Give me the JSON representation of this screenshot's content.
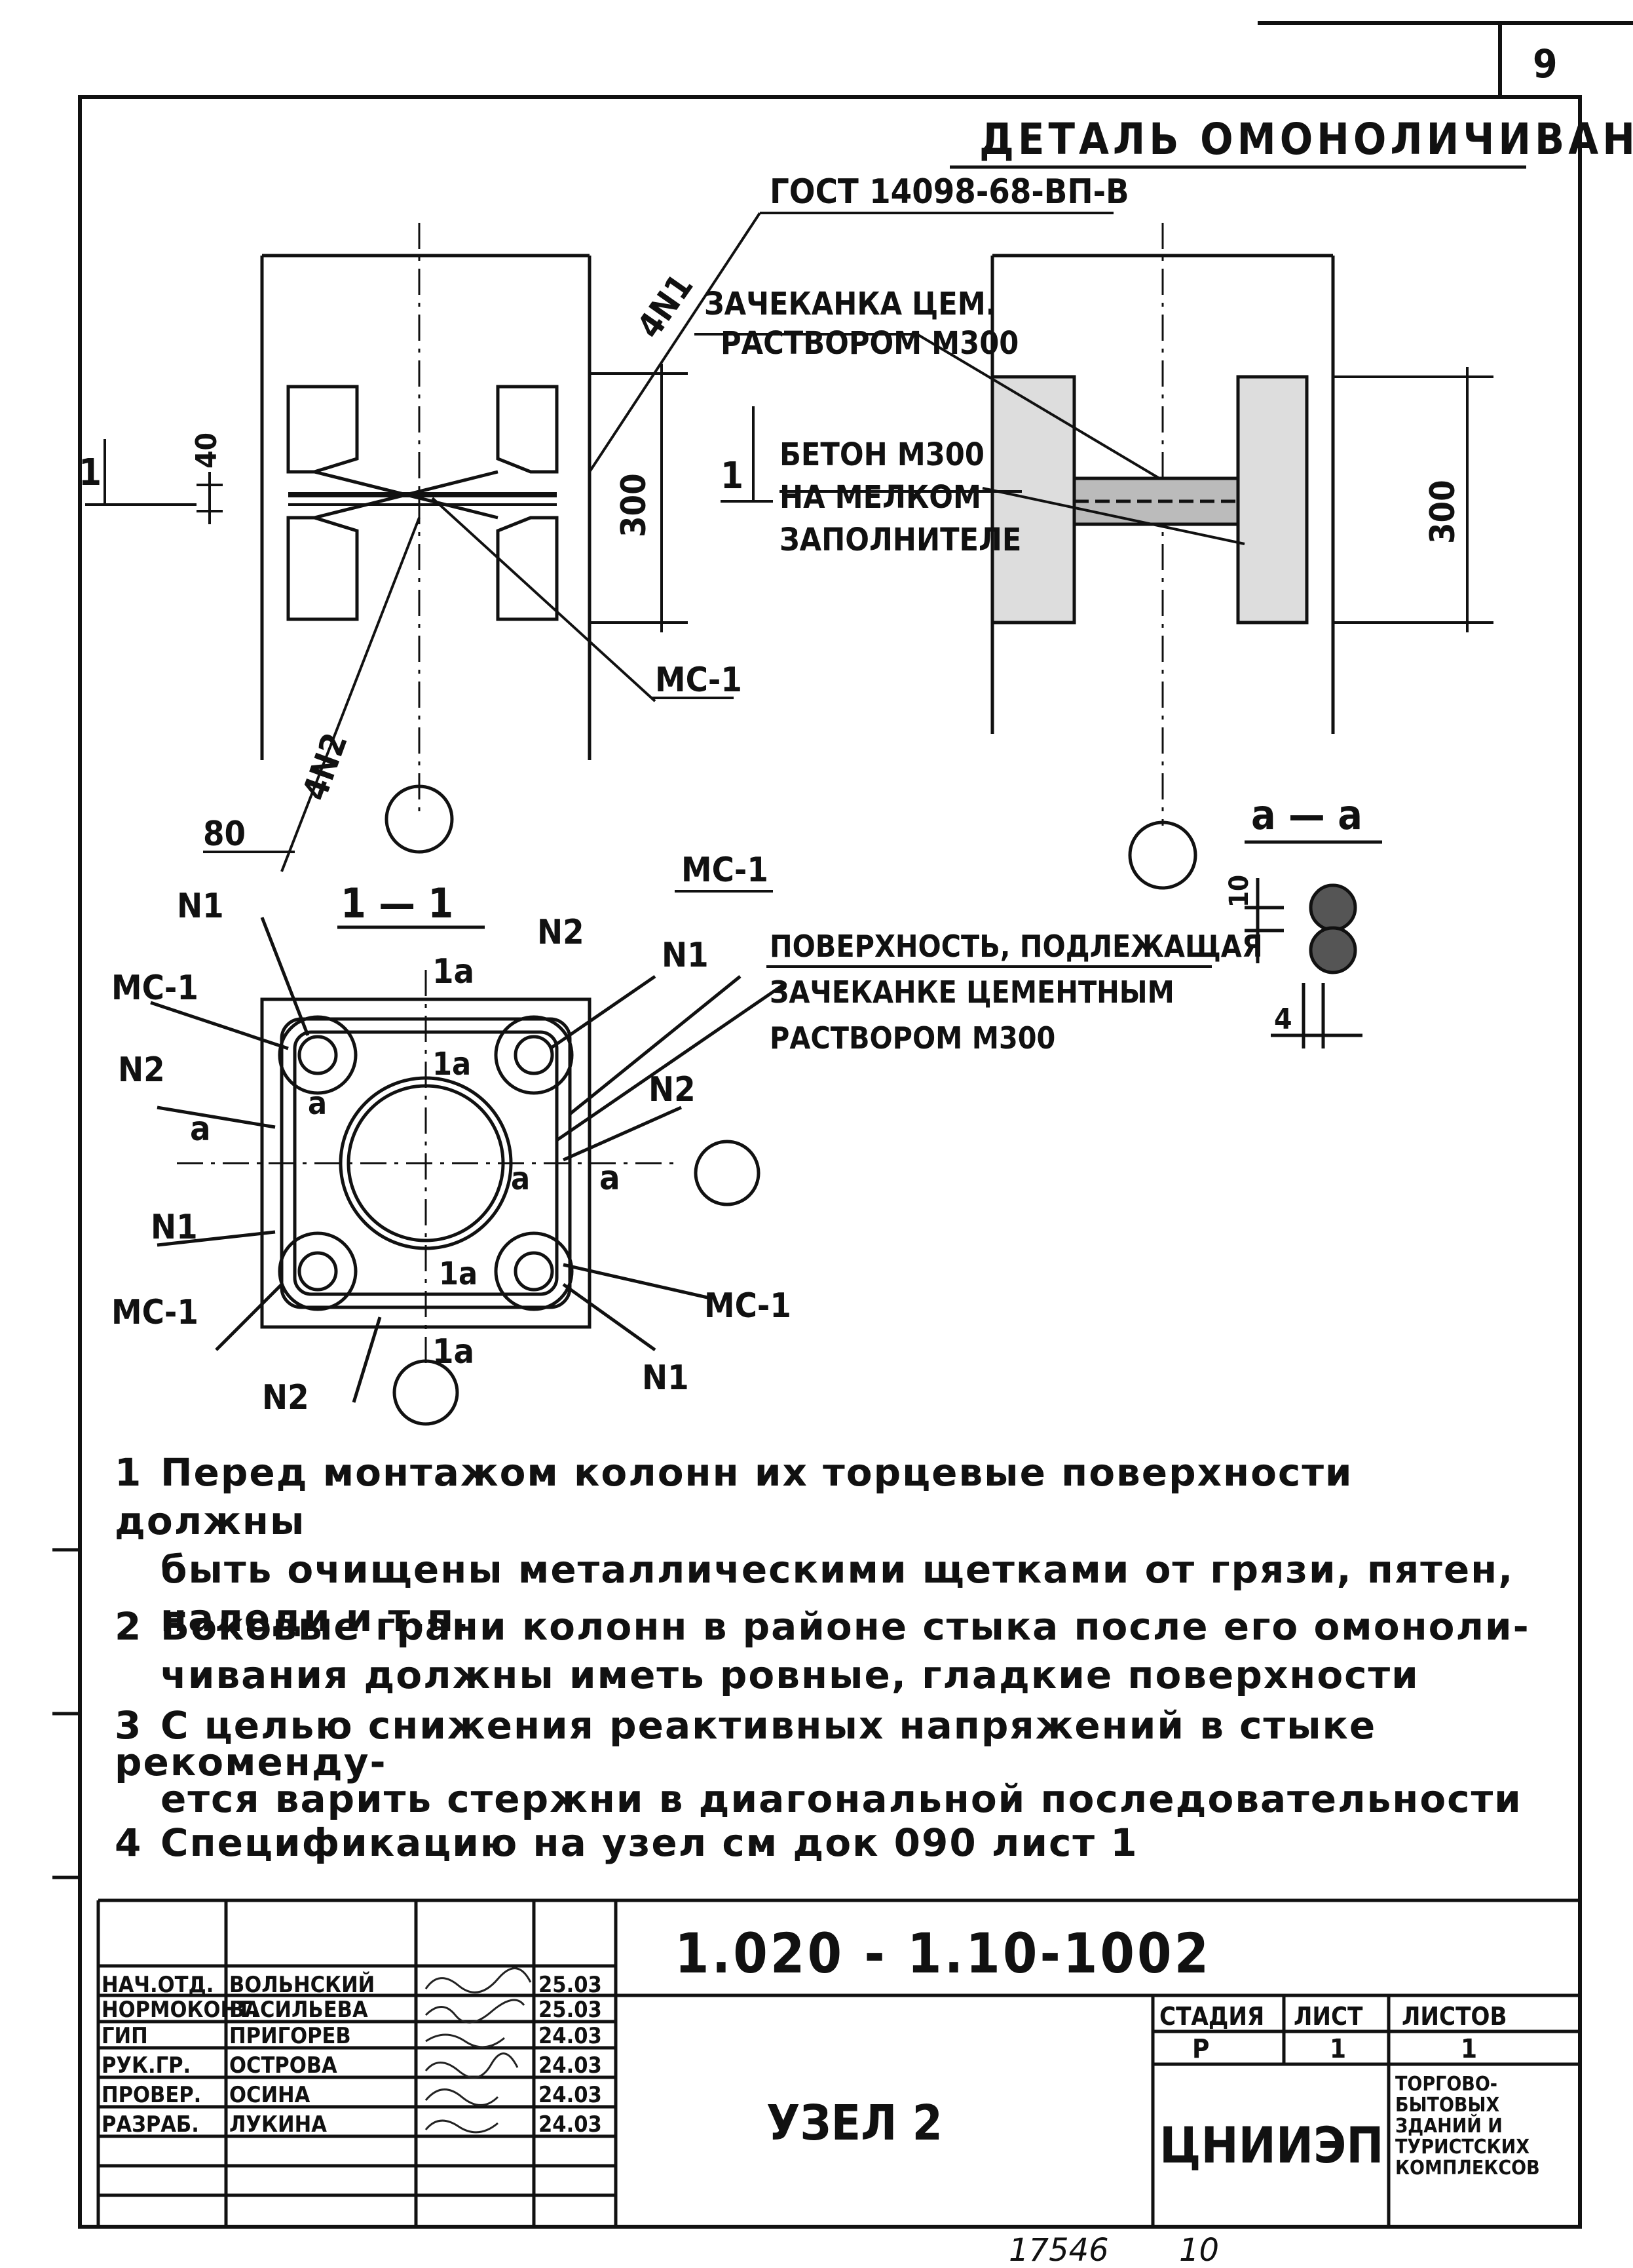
{
  "sheet": {
    "page_number": "9"
  },
  "header": {
    "title": "ДЕТАЛЬ ОМОНОЛИЧИВАНИЯ",
    "gost": "ГОСТ 14098-68-ВП-В"
  },
  "left_elevation": {
    "rebar_top": "4N1",
    "rebar_bottom": "4N2",
    "gap": "40",
    "height": "300",
    "dim_80": "80",
    "plate": "МС-1",
    "section_mark": "1"
  },
  "right_elevation": {
    "caulking": [
      "ЗАЧЕКАНКА ЦЕМ.",
      "РАСТВОРОМ М300"
    ],
    "concrete": [
      "БЕТОН  М300",
      "НА МЕЛКОМ",
      "ЗАПОЛНИТЕЛЕ"
    ],
    "height": "300",
    "section_mark": "1"
  },
  "section_11": {
    "title": "1 — 1",
    "labels": {
      "n1": "N1",
      "n2": "N2",
      "mc1": "МС-1",
      "a": "a",
      "one_a": "1a"
    },
    "surface_note": [
      "ПОВЕРХНОСТЬ, ПОДЛЕЖАЩАЯ",
      "ЗАЧЕКАНКЕ ЦЕМЕНТНЫМ",
      "РАСТВОРОМ М300"
    ]
  },
  "section_aa": {
    "title": "a — a",
    "dim_10": "10",
    "dim_4": "4"
  },
  "notes": [
    {
      "num": "1",
      "line1": "Перед монтажом колонн их торцевые поверхности должны",
      "line2": "быть очищены металлическими щетками от грязи, пятен,",
      "line3": "наледи и т.п."
    },
    {
      "num": "2",
      "line1": "Боковые грани колонн в районе стыка после его омоноли-",
      "line2": "чивания должны иметь ровные, гладкие поверхности"
    },
    {
      "num": "3",
      "line1": "С целью снижения реактивных напряжений в стыке рекоменду-",
      "line2": "ется варить стержни в диагональной последовательности"
    },
    {
      "num": "4",
      "line1": "Спецификацию на узел см док 090 лист 1"
    }
  ],
  "title_block": {
    "doc_number": "1.020 - 1.10-1002",
    "name": "УЗЕЛ 2",
    "stage_header": "СТАДИЯ",
    "sheet_header": "ЛИСТ",
    "sheets_header": "ЛИСТОВ",
    "stage": "Р",
    "sheet": "1",
    "sheets": "1",
    "org": "ЦНИИЭП",
    "org_sub": [
      "ТОРГОВО-",
      "БЫТОВЫХ",
      "ЗДАНИЙ И",
      "ТУРИСТСКИХ",
      "КОМПЛЕКСОВ"
    ],
    "signers": [
      {
        "role": "НАЧ.ОТД.",
        "name": "ВОЛЬНСКИЙ",
        "date": "25.03"
      },
      {
        "role": "НОРМОКОНТ.",
        "name": "ВАСИЛЬЕВА",
        "date": "25.03"
      },
      {
        "role": "ГИП",
        "name": "ПРИГОРЕВ",
        "date": "24.03"
      },
      {
        "role": "РУК.ГР.",
        "name": "ОСТРОВА",
        "date": "24.03"
      },
      {
        "role": "ПРОВЕР.",
        "name": "ОСИНА",
        "date": "24.03"
      },
      {
        "role": "РАЗРАБ.",
        "name": "ЛУКИНА",
        "date": "24.03"
      }
    ]
  },
  "footer": {
    "inventory": "17546",
    "copy": "10"
  }
}
